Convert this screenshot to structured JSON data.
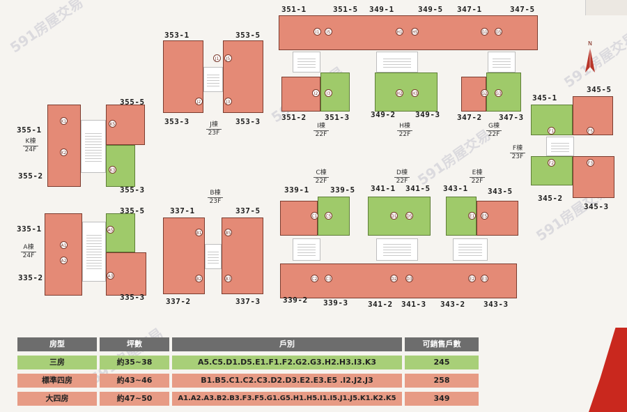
{
  "buildings": {
    "K": {
      "name": "K棟",
      "floors": "24F",
      "units": [
        "355-1",
        "355-2",
        "355-3",
        "355-5"
      ]
    },
    "A": {
      "name": "A棟",
      "floors": "24F",
      "units": [
        "335-1",
        "335-2",
        "335-3",
        "335-5"
      ]
    },
    "J": {
      "name": "J棟",
      "floors": "23F",
      "units": [
        "353-1",
        "353-3",
        "353-3",
        "353-5"
      ]
    },
    "B": {
      "name": "B棟",
      "floors": "23F",
      "units": [
        "337-1",
        "337-2",
        "337-3",
        "337-5"
      ]
    },
    "I": {
      "name": "I棟",
      "floors": "22F",
      "units": [
        "351-1",
        "351-2",
        "351-3",
        "351-5"
      ]
    },
    "H": {
      "name": "H棟",
      "floors": "22F",
      "units": [
        "349-1",
        "349-2",
        "349-3",
        "349-5"
      ]
    },
    "G": {
      "name": "G棟",
      "floors": "22F",
      "units": [
        "347-1",
        "347-2",
        "347-3",
        "347-5"
      ]
    },
    "F": {
      "name": "F棟",
      "floors": "23F",
      "units": [
        "345-1",
        "345-2",
        "345-3",
        "345-5"
      ]
    },
    "C": {
      "name": "C棟",
      "floors": "22F",
      "units": [
        "339-1",
        "339-2",
        "339-3",
        "339-5"
      ]
    },
    "D": {
      "name": "D棟",
      "floors": "22F",
      "units": [
        "341-1",
        "341-2",
        "341-3",
        "341-5"
      ]
    },
    "E": {
      "name": "E棟",
      "floors": "22F",
      "units": [
        "343-1",
        "343-2",
        "343-3",
        "343-5"
      ]
    }
  },
  "unit_marks": [
    "K1",
    "K2",
    "K3",
    "K5",
    "A1",
    "A2",
    "A3",
    "A5",
    "J1",
    "J2",
    "J3",
    "J5",
    "B1",
    "B2",
    "B3",
    "B5",
    "I1",
    "I2",
    "I3",
    "I5",
    "H1",
    "H2",
    "H3",
    "H5",
    "G1",
    "G2",
    "G3",
    "G5",
    "F1",
    "F2",
    "F3",
    "F5",
    "C1",
    "C2",
    "C3",
    "C5",
    "D1",
    "D2",
    "D3",
    "D5",
    "E1",
    "E2",
    "E3",
    "E5"
  ],
  "compass_label": "N",
  "watermark": "591房屋交易",
  "colors": {
    "three_room": "#9fca6a",
    "four_room": "#e48a76",
    "header": "#6d6d6d"
  },
  "table": {
    "headers": [
      "房型",
      "坪數",
      "戶別",
      "可銷售戶數"
    ],
    "rows": [
      {
        "type": "三房",
        "size": "約35~38",
        "units": "A5.C5.D1.D5.E1.F1.F2.G2.G3.H2.H3.I3.K3",
        "count": "245"
      },
      {
        "type": "標準四房",
        "size": "約43~46",
        "units": "B1.B5.C1.C2.C3.D2.D3.E2.E3.E5 .I2.J2.J3",
        "count": "258"
      },
      {
        "type": "大四房",
        "size": "約47~50",
        "units": "A1.A2.A3.B2.B3.F3.F5.G1.G5.H1.H5.I1.I5.J1.J5.K1.K2.K5",
        "count": "349"
      }
    ]
  }
}
